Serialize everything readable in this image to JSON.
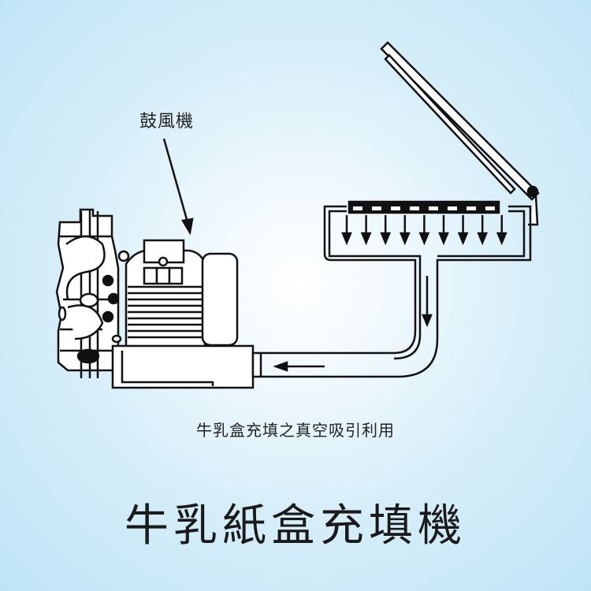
{
  "labels": {
    "blower": "鼓風機",
    "caption": "牛乳盒充填之真空吸引利用",
    "title": "牛乳紙盒充填機"
  },
  "colors": {
    "line": "#111111",
    "fill": "#ffffff"
  }
}
